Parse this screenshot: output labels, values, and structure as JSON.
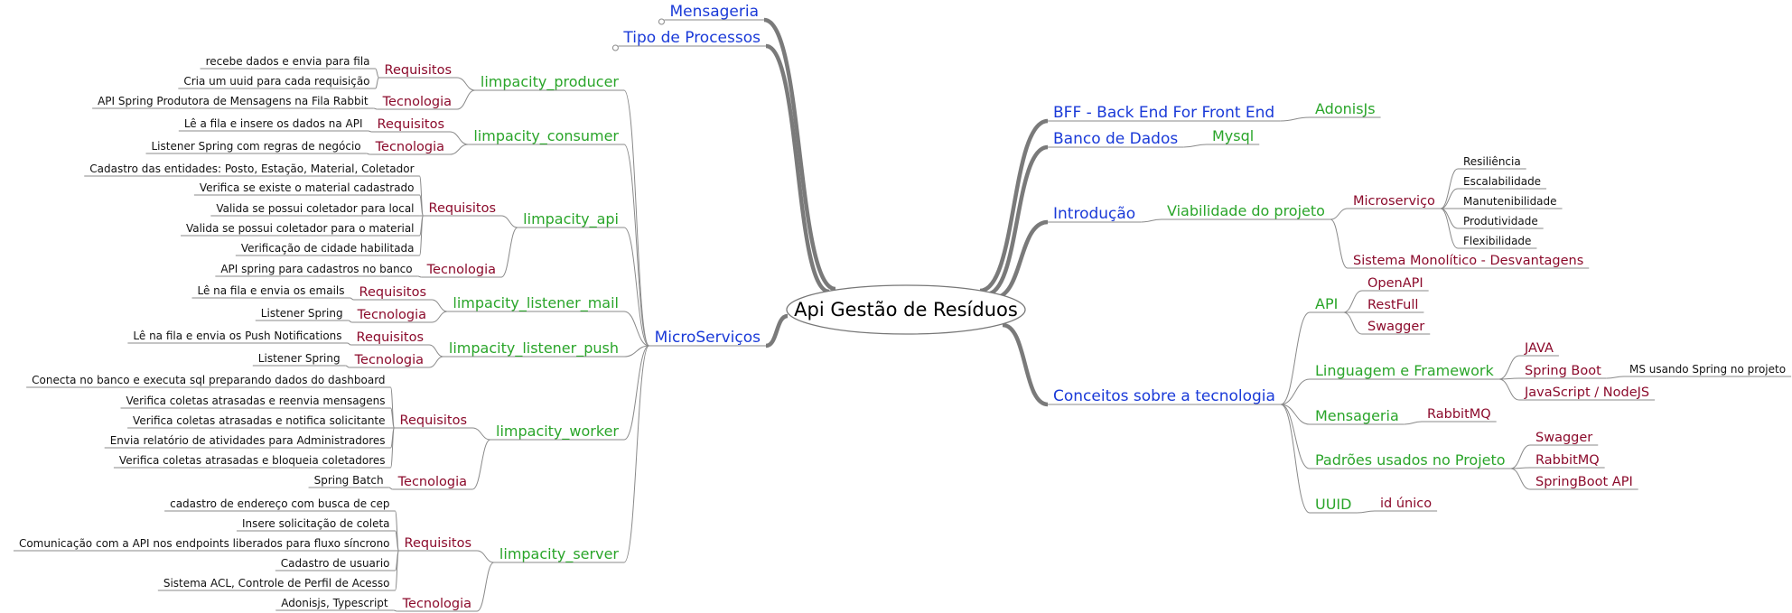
{
  "root": "Api Gestão de Resíduos",
  "left": {
    "mensageria": "Mensageria",
    "tipo_processos": "Tipo de Processos",
    "microservicos": "MicroServiços",
    "producer": {
      "label": "limpacity_producer",
      "requisitos": "Requisitos",
      "req_items": [
        "recebe dados e envia para fila",
        "Cria um uuid para cada requisição"
      ],
      "tecnologia": "Tecnologia",
      "tec_items": [
        "API Spring Produtora de Mensagens na Fila Rabbit"
      ]
    },
    "consumer": {
      "label": "limpacity_consumer",
      "requisitos": "Requisitos",
      "req_items": [
        "Lê a fila e insere os dados na API"
      ],
      "tecnologia": "Tecnologia",
      "tec_items": [
        "Listener Spring com regras de negócio"
      ]
    },
    "api": {
      "label": "limpacity_api",
      "requisitos": "Requisitos",
      "req_items": [
        "Cadastro das entidades: Posto, Estação, Material, Coletador",
        "Verifica se existe o material cadastrado",
        "Valida se possui coletador para local",
        "Valida se possui coletador para o material",
        "Verificação de cidade habilitada"
      ],
      "tecnologia": "Tecnologia",
      "tec_items": [
        "API spring para cadastros no banco"
      ]
    },
    "mail": {
      "label": "limpacity_listener_mail",
      "requisitos": "Requisitos",
      "req_items": [
        "Lê na fila e envia os emails"
      ],
      "tecnologia": "Tecnologia",
      "tec_items": [
        "Listener Spring"
      ]
    },
    "push": {
      "label": "limpacity_listener_push",
      "requisitos": "Requisitos",
      "req_items": [
        "Lê na fila e envia os Push Notifications"
      ],
      "tecnologia": "Tecnologia",
      "tec_items": [
        "Listener Spring"
      ]
    },
    "worker": {
      "label": "limpacity_worker",
      "requisitos": "Requisitos",
      "req_items": [
        "Conecta no banco e executa sql preparando dados do dashboard",
        "Verifica coletas atrasadas e reenvia mensagens",
        "Verifica coletas atrasadas e notifica solicitante",
        "Envia relatório de atividades para Administradores",
        "Verifica coletas atrasadas e bloqueia coletadores"
      ],
      "tecnologia": "Tecnologia",
      "tec_items": [
        "Spring Batch"
      ]
    },
    "server": {
      "label": "limpacity_server",
      "requisitos": "Requisitos",
      "req_items": [
        "cadastro de endereço com busca de cep",
        "Insere solicitação de coleta",
        "Comunicação com a API nos endpoints liberados para fluxo síncrono",
        "Cadastro de usuario",
        "Sistema ACL, Controle de Perfil de Acesso"
      ],
      "tecnologia": "Tecnologia",
      "tec_items": [
        "Adonisjs, Typescript"
      ]
    }
  },
  "right": {
    "bff": {
      "label": "BFF - Back End For Front End",
      "child": "AdonisJs"
    },
    "banco": {
      "label": "Banco de Dados",
      "child": "Mysql"
    },
    "introducao": {
      "label": "Introdução",
      "viabilidade": "Viabilidade do projeto",
      "microservico": "Microserviço",
      "micro_items": [
        "Resiliência",
        "Escalabilidade",
        "Manutenibilidade",
        "Produtividade",
        "Flexibilidade"
      ],
      "monolitico": "Sistema Monolítico - Desvantagens"
    },
    "conceitos": {
      "label": "Conceitos sobre a tecnologia",
      "api": "API",
      "api_items": [
        "OpenAPI",
        "RestFull",
        "Swagger"
      ],
      "linguagem": "Linguagem e Framework",
      "ling_items": [
        "JAVA",
        "Spring Boot",
        "JavaScript / NodeJS"
      ],
      "springboot_note": "MS usando Spring no projeto",
      "mensageria": "Mensageria",
      "mens_items": [
        "RabbitMQ"
      ],
      "padroes": "Padrões usados no Projeto",
      "padroes_items": [
        "Swagger",
        "RabbitMQ",
        "SpringBoot API"
      ],
      "uuid": "UUID",
      "uuid_items": [
        "id único"
      ]
    }
  }
}
